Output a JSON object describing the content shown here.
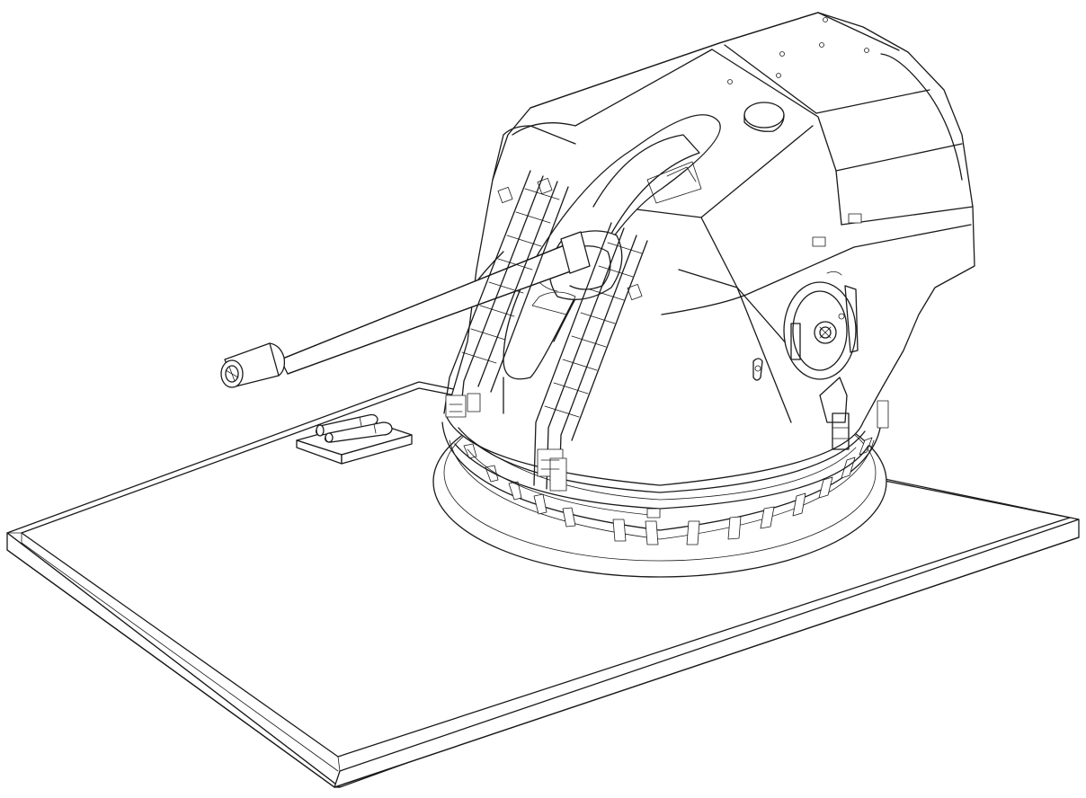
{
  "drawing": {
    "stroke_color": "#1a1a1a",
    "background_color": "#ffffff",
    "parts": [
      "display-base",
      "turret-ring",
      "gun-turret",
      "gun-barrel",
      "boarding-ladder-left",
      "boarding-ladder-right",
      "access-hatch",
      "shell-stand"
    ]
  }
}
